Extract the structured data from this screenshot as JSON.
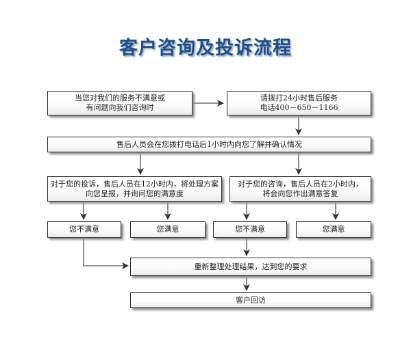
{
  "title": "客户咨询及投诉流程",
  "boxes": {
    "dissatisfied_question": "当您对我们的服务不满意或\n有问题向我们咨询时",
    "hotline": "请拨打24小时售后服务\n电话400－650－1166",
    "callback": "售后人员会在您拨打电话后1小时内向您了解并确认情况",
    "complaint_handling": "对于您的投诉，售后人员在12小时内，将处理方案\n向您呈报，并询问您的满意度",
    "inquiry_handling": "对于您的咨询，售后人员在2小时内，\n将会向您作出满意答复",
    "complaint_unsatisfied": "您不满意",
    "complaint_satisfied": "您满意",
    "inquiry_unsatisfied": "您不满意",
    "inquiry_satisfied": "您满意",
    "reprocess": "重新整理处理结果，达到您的要求",
    "follow_up": "客户回访"
  }
}
